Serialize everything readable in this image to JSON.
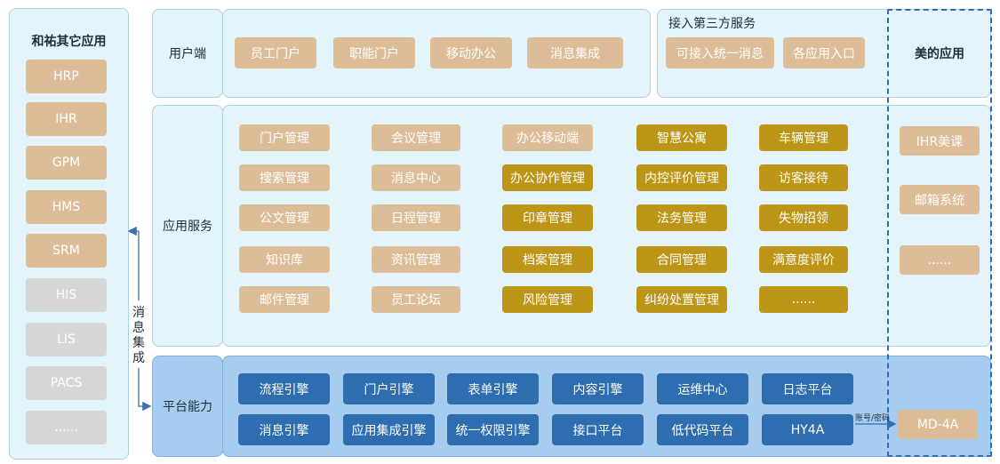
{
  "left_panel": {
    "title": "和祐其它应用",
    "items": [
      "HRP",
      "IHR",
      "GPM",
      "HMS",
      "SRM",
      "HIS",
      "LIS",
      "PACS",
      "......"
    ]
  },
  "msg_integration_label": [
    "消",
    "息",
    "集",
    "成"
  ],
  "user_end": {
    "label": "用户端",
    "items": [
      "员工门户",
      "职能门户",
      "移动办公",
      "消息集成"
    ]
  },
  "third_party": {
    "title": "接入第三方服务",
    "items": [
      "可接入统一消息",
      "各应用入口"
    ]
  },
  "midea": {
    "title": "美的应用",
    "items": [
      "IHR美课",
      "邮箱系统",
      "......"
    ],
    "md": "MD-4A"
  },
  "app_service": {
    "label": "应用服务",
    "columns": [
      [
        "门户管理",
        "搜索管理",
        "公文管理",
        "知识库",
        "邮件管理"
      ],
      [
        "会议管理",
        "消息中心",
        "日程管理",
        "资讯管理",
        "员工论坛"
      ],
      [
        "办公移动端",
        "办公协作管理",
        "印章管理",
        "档案管理",
        "风险管理"
      ],
      [
        "智慧公寓",
        "内控评价管理",
        "法务管理",
        "合同管理",
        "纠纷处置管理"
      ],
      [
        "车辆管理",
        "访客接待",
        "失物招领",
        "满意度评价",
        "......"
      ]
    ]
  },
  "platform": {
    "label": "平台能力",
    "row1": [
      "流程引擎",
      "门户引擎",
      "表单引擎",
      "内容引擎",
      "运维中心",
      "日志平台"
    ],
    "row2": [
      "消息引擎",
      "应用集成引擎",
      "统一权限引擎",
      "接口平台",
      "低代码平台",
      "HY4A"
    ],
    "arrow_label": "账号/密码"
  },
  "colors": {
    "tan": "#dcbd97",
    "gold": "#bd9517",
    "blue": "#2e6eb0",
    "gray": "#d6d6d6",
    "panel_bg": "#e4f4fb",
    "platform_bg": "#a6cdf0"
  }
}
